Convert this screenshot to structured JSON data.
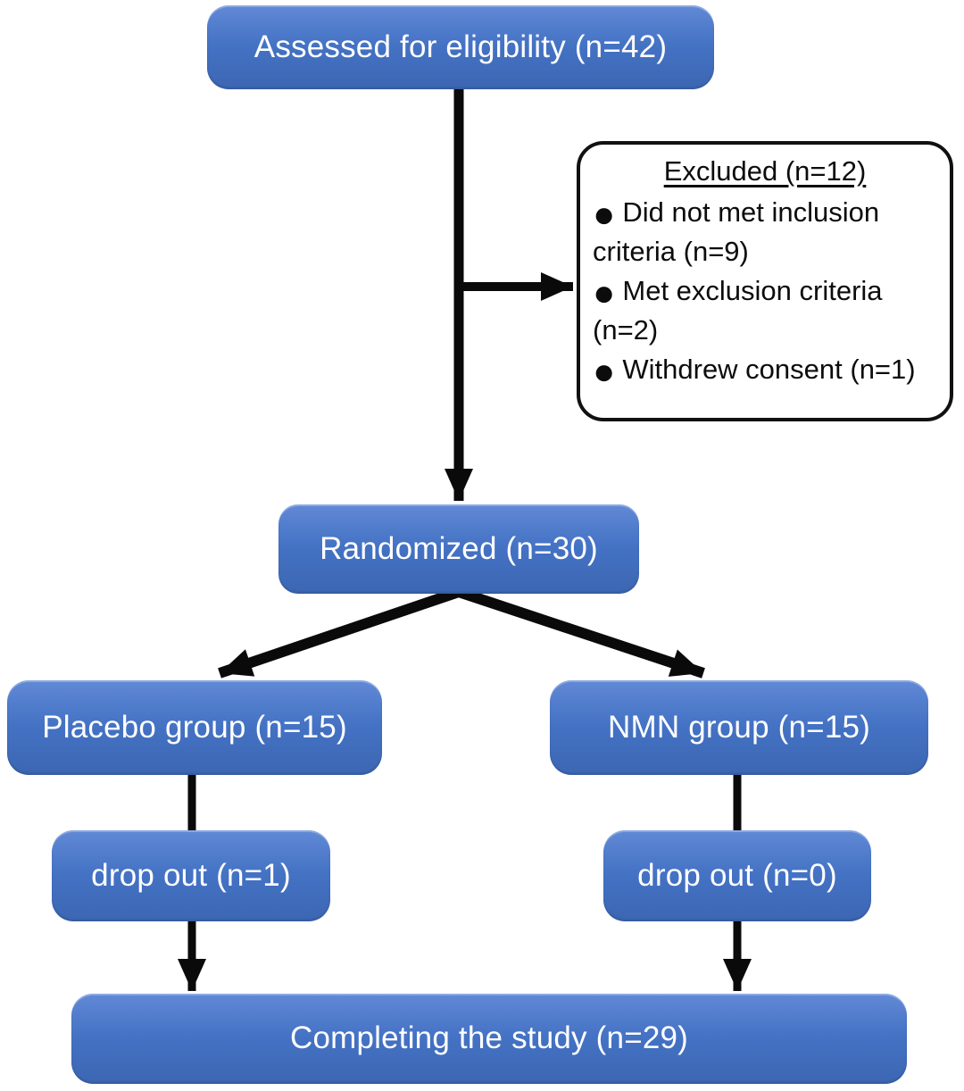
{
  "diagram_type": "consort-flowchart",
  "nodes": {
    "assessed": {
      "label": "Assessed for eligibility (n=42)",
      "n": 42
    },
    "randomized": {
      "label": "Randomized (n=30)",
      "n": 30
    },
    "placebo": {
      "label": "Placebo group (n=15)",
      "n": 15
    },
    "nmn": {
      "label": "NMN group (n=15)",
      "n": 15
    },
    "dropout_placebo": {
      "label": "drop out (n=1)",
      "n": 1
    },
    "dropout_nmn": {
      "label": "drop out (n=0)",
      "n": 0
    },
    "completing": {
      "label": "Completing the study (n=29)",
      "n": 29
    }
  },
  "excluded": {
    "title": "Excluded (n=12)",
    "n": 12,
    "bullet_icon": "●",
    "items": [
      "Did not met inclusion criteria (n=9)",
      "Met exclusion criteria (n=2)",
      "Withdrew consent (n=1)"
    ]
  },
  "edges": [
    {
      "from": "assessed",
      "to": "randomized"
    },
    {
      "from": "assessed",
      "to": "excluded"
    },
    {
      "from": "randomized",
      "to": "placebo"
    },
    {
      "from": "randomized",
      "to": "nmn"
    },
    {
      "from": "placebo",
      "to": "dropout_placebo"
    },
    {
      "from": "nmn",
      "to": "dropout_nmn"
    },
    {
      "from": "dropout_placebo",
      "to": "completing"
    },
    {
      "from": "dropout_nmn",
      "to": "completing"
    }
  ],
  "theme": {
    "node_fill": "#4472c4",
    "node_fill_light": "#6189d6",
    "node_fill_dark": "#3c66b2",
    "node_text": "#ffffff",
    "excluded_bg": "#ffffff",
    "excluded_border": "#111111",
    "excluded_text": "#0c0c0c",
    "arrow_color": "#0a0a0a",
    "canvas_bg": "#ffffff"
  }
}
